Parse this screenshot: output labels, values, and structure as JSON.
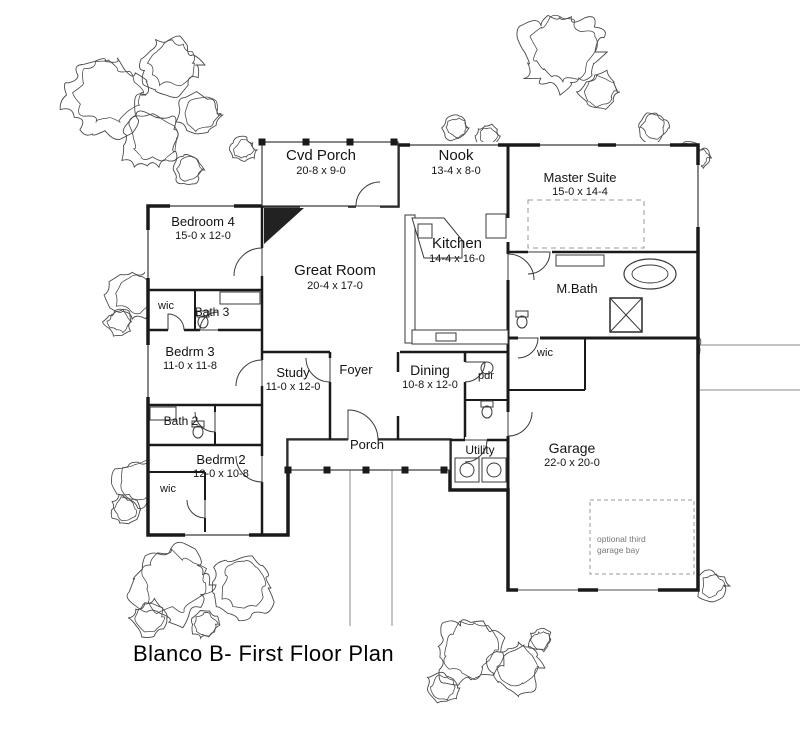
{
  "title": "Blanco B- First Floor Plan",
  "colors": {
    "ink": "#1a1a1a",
    "thin_line": "#3a3a3a",
    "tree": "#4a4a4a",
    "muted": "#999999",
    "background": "#ffffff"
  },
  "rooms": {
    "cvd_porch": {
      "name": "Cvd Porch",
      "dims": "20-8 x 9-0"
    },
    "nook": {
      "name": "Nook",
      "dims": "13-4 x 8-0"
    },
    "master_suite": {
      "name": "Master Suite",
      "dims": "15-0 x 14-4"
    },
    "bedroom4": {
      "name": "Bedroom 4",
      "dims": "15-0 x 12-0"
    },
    "great_room": {
      "name": "Great Room",
      "dims": "20-4 x 17-0"
    },
    "kitchen": {
      "name": "Kitchen",
      "dims": "14-4 x 16-0"
    },
    "mbath": {
      "name": "M.Bath"
    },
    "wic_left": {
      "name": "wic"
    },
    "bath3": {
      "name": "Bath 3"
    },
    "bedrm3": {
      "name": "Bedrm 3",
      "dims": "11-0 x 11-8"
    },
    "study": {
      "name": "Study",
      "dims": "11-0 x 12-0"
    },
    "foyer": {
      "name": "Foyer"
    },
    "dining": {
      "name": "Dining",
      "dims": "10-8 x 12-0"
    },
    "pdr": {
      "name": "pdr"
    },
    "wic_right": {
      "name": "wic"
    },
    "bath2": {
      "name": "Bath 2"
    },
    "bedrm2": {
      "name": "Bedrm 2",
      "dims": "12-0 x 10-8"
    },
    "wic_bottom": {
      "name": "wic"
    },
    "porch": {
      "name": "Porch"
    },
    "utility": {
      "name": "Utility"
    },
    "garage": {
      "name": "Garage",
      "dims": "22-0 x 20-0"
    },
    "optional_bay": {
      "name": "optional third garage bay"
    }
  }
}
